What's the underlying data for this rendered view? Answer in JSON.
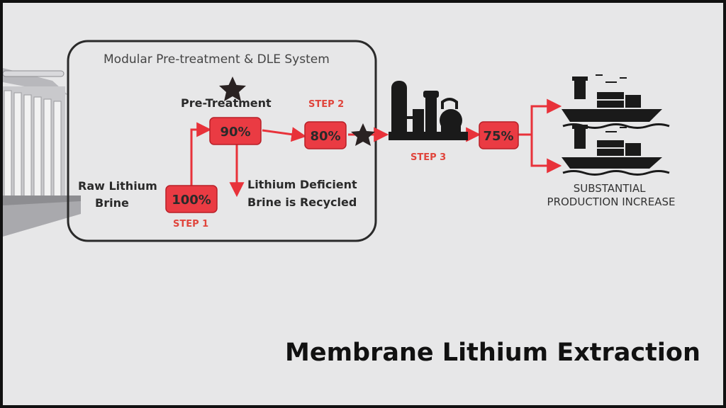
{
  "system_title": "Modular Pre-treatment & DLE System",
  "pre_treatment_label": "Pre-Treatment",
  "raw_brine_label": [
    "Raw Lithium",
    "Brine"
  ],
  "recycled_label": [
    "Lithium Deficient",
    "Brine is Recycled"
  ],
  "step1": {
    "value": "100%",
    "label": "STEP 1"
  },
  "step2": {
    "value": "80%",
    "label": "STEP 2"
  },
  "step3": {
    "label": "STEP 3"
  },
  "pretreat_value": "90%",
  "output_value": "75%",
  "result_label": [
    "SUBSTANTIAL",
    "PRODUCTION INCREASE"
  ],
  "footer_title": "Membrane Lithium Extraction",
  "colors": {
    "background": "#e7e7e8",
    "accent_red": "#e8323a",
    "box_fill": "#ea3b43",
    "dark": "#222222",
    "step_text": "#e0453c"
  },
  "icons": [
    "membrane-module-icon",
    "star-icon",
    "refinery-plant-icon",
    "cargo-ship-icon"
  ]
}
